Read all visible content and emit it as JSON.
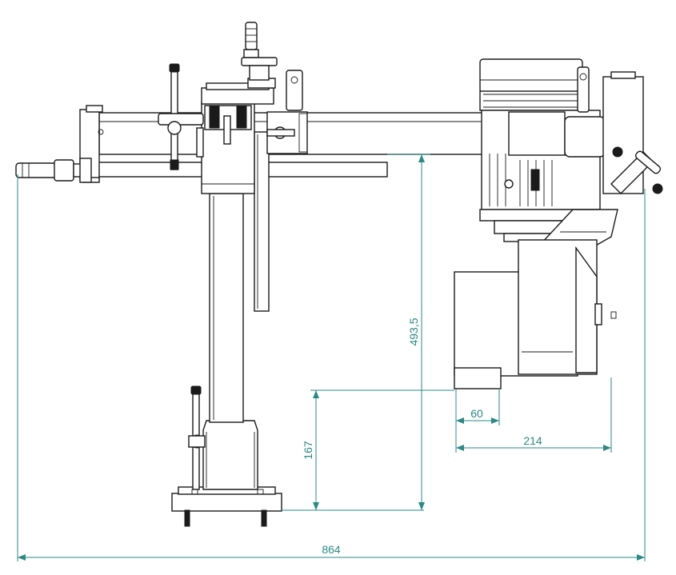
{
  "dimensions": {
    "overall_width": "864",
    "arm_height": "493,5",
    "base_height": "167",
    "motor_offset_small": "60",
    "motor_offset_large": "214"
  },
  "colors": {
    "dimension": "#2a8a84",
    "ink": "#1a1a1a",
    "background": "#ffffff"
  }
}
